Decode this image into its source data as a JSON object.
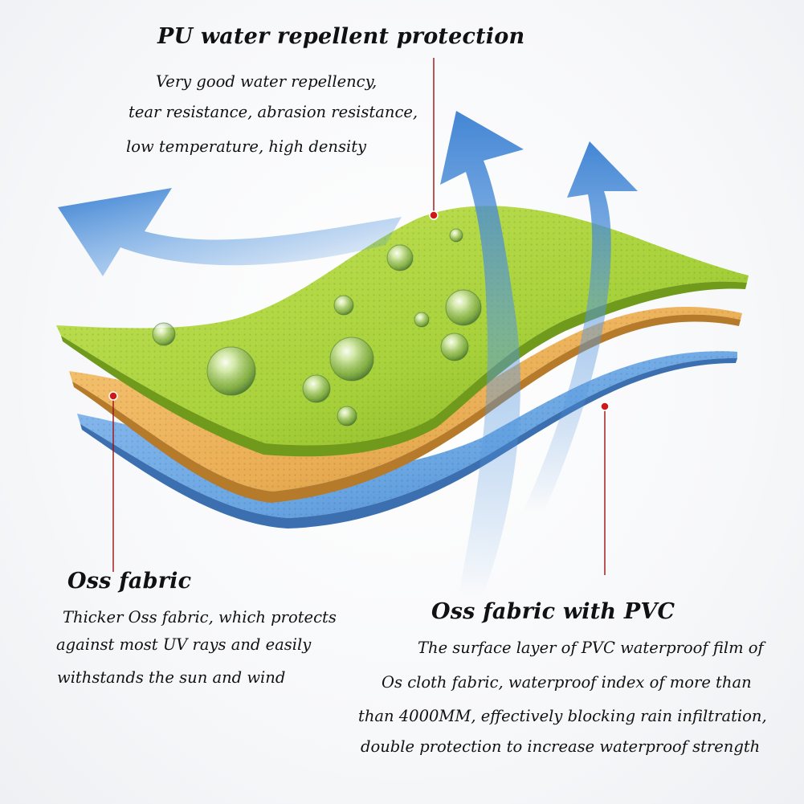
{
  "callouts": {
    "top": {
      "title": "PU water repellent protection",
      "lines": [
        "Very good water repellency,",
        "tear resistance, abrasion resistance,",
        "low temperature, high density"
      ]
    },
    "left": {
      "title": "Oss fabric",
      "lines": [
        "Thicker Oss fabric, which protects",
        "against most UV rays and easily",
        "withstands the sun and wind"
      ]
    },
    "right": {
      "title": "Oss fabric with PVC",
      "lines": [
        "The surface layer of PVC waterproof film of",
        "Os cloth fabric,   waterproof index of more than",
        "than 4000MM, effectively blocking rain infiltration,",
        "double protection to increase waterproof strength"
      ]
    }
  },
  "layers": [
    {
      "name": "green-layer",
      "color": "#a8d23c"
    },
    {
      "name": "orange-layer",
      "color": "#eeb45a"
    },
    {
      "name": "blue-layer",
      "color": "#6aa6e2"
    }
  ],
  "colors": {
    "marker": "#d01818",
    "leader": "#a01010",
    "arrow": "#3f86d6"
  }
}
